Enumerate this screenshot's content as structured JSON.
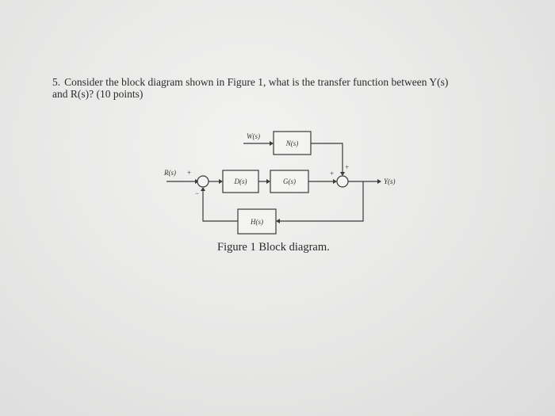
{
  "question": {
    "number": "5.",
    "line1": "Consider the block diagram shown in Figure 1, what is the transfer function between Y(s)",
    "line2": "and R(s)? (10 points)"
  },
  "diagram": {
    "blocks": {
      "D": "D(s)",
      "G": "G(s)",
      "N": "N(s)",
      "H": "H(s)"
    },
    "signals": {
      "R": "R(s)",
      "W": "W(s)",
      "Y": "Y(s)"
    },
    "signs": {
      "sum1_input": "+",
      "sum1_feedback": "−",
      "sum2_left": "+",
      "sum2_top": "+"
    }
  },
  "caption": "Figure 1 Block diagram."
}
